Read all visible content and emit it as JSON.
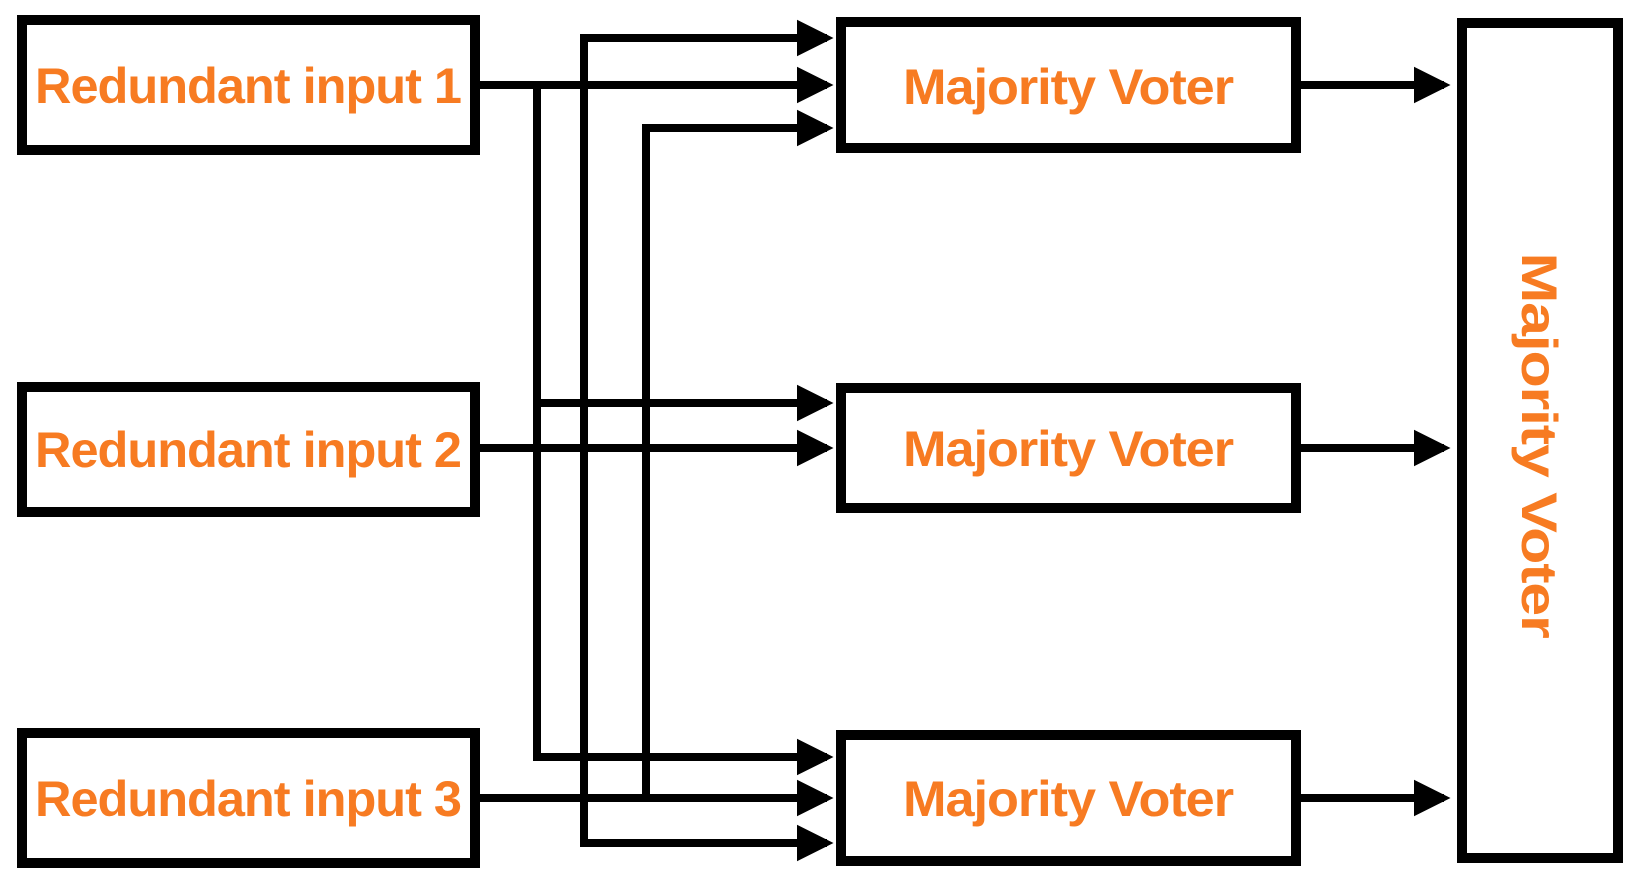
{
  "diagram": {
    "type": "block-diagram",
    "subject": "triple-modular-redundancy-voting-scheme",
    "colors": {
      "background": "#ffffff",
      "box_fill": "#ffffff",
      "box_border": "#000000",
      "connector": "#000000",
      "label_text": "#f77b22"
    },
    "nodes": {
      "input1": {
        "label": "Redundant input 1",
        "orientation": "horizontal"
      },
      "input2": {
        "label": "Redundant input 2",
        "orientation": "horizontal"
      },
      "input3": {
        "label": "Redundant input 3",
        "orientation": "horizontal"
      },
      "voter1": {
        "label": "Majority Voter",
        "orientation": "horizontal"
      },
      "voter2": {
        "label": "Majority Voter",
        "orientation": "horizontal"
      },
      "voter3": {
        "label": "Majority Voter",
        "orientation": "horizontal"
      },
      "final_voter": {
        "label": "Majority Voter",
        "orientation": "vertical"
      }
    },
    "edges": [
      {
        "from": "input1",
        "to": "voter1",
        "arrow": "filled-triangle"
      },
      {
        "from": "input1",
        "to": "voter2",
        "arrow": "filled-triangle"
      },
      {
        "from": "input1",
        "to": "voter3",
        "arrow": "filled-triangle"
      },
      {
        "from": "input2",
        "to": "voter1",
        "arrow": "filled-triangle"
      },
      {
        "from": "input2",
        "to": "voter2",
        "arrow": "filled-triangle"
      },
      {
        "from": "input2",
        "to": "voter3",
        "arrow": "filled-triangle"
      },
      {
        "from": "input3",
        "to": "voter1",
        "arrow": "filled-triangle"
      },
      {
        "from": "input3",
        "to": "voter3",
        "arrow": "filled-triangle"
      },
      {
        "from": "voter1",
        "to": "final_voter",
        "arrow": "filled-triangle"
      },
      {
        "from": "voter2",
        "to": "final_voter",
        "arrow": "filled-triangle"
      },
      {
        "from": "voter3",
        "to": "final_voter",
        "arrow": "filled-triangle"
      }
    ]
  }
}
